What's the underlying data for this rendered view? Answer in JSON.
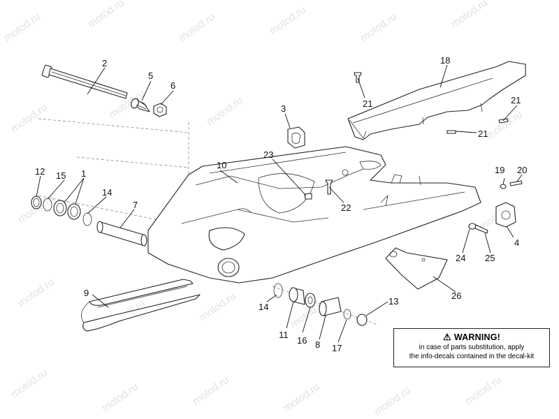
{
  "watermark": "motod.ru",
  "callouts": {
    "c1": "1",
    "c2": "2",
    "c3": "3",
    "c4": "4",
    "c5": "5",
    "c6": "6",
    "c7": "7",
    "c8": "8",
    "c9": "9",
    "c10": "10",
    "c11": "11",
    "c12": "12",
    "c13": "13",
    "c14a": "14",
    "c14b": "14",
    "c15": "15",
    "c16": "16",
    "c17": "17",
    "c18": "18",
    "c19": "19",
    "c20": "20",
    "c21a": "21",
    "c21b": "21",
    "c21c": "21",
    "c22": "22",
    "c23": "23",
    "c24": "24",
    "c25": "25",
    "c26": "26"
  },
  "warning": {
    "icon": "warning-triangle-icon",
    "title": "WARNING!",
    "line1": "in case of parts substitution, apply",
    "line2": "the info-decals contained in the decal-kit"
  }
}
